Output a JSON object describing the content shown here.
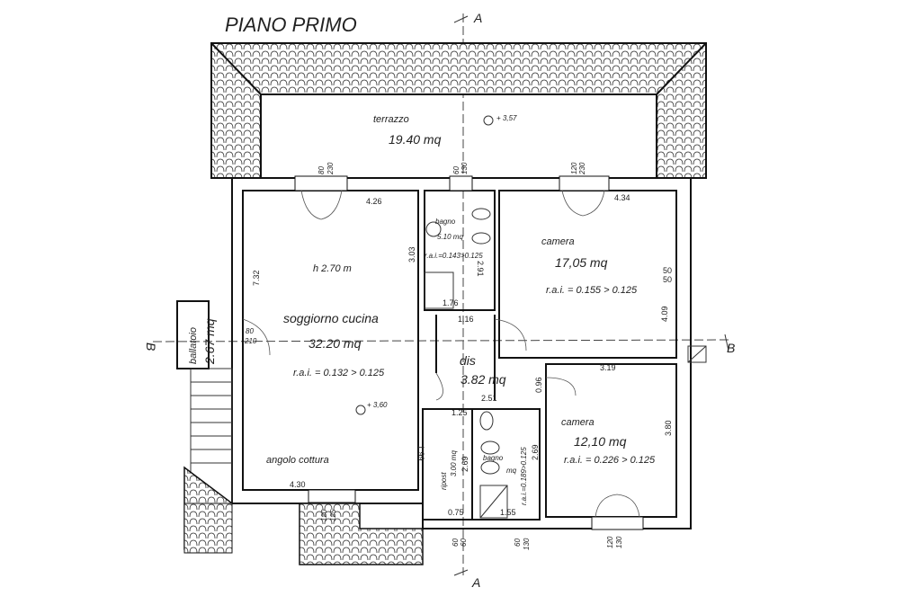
{
  "title": "PIANO PRIMO",
  "section_marks": {
    "a_top": "A",
    "a_bottom": "A",
    "b_right": "B",
    "b_left": "B"
  },
  "rooms": {
    "terrazzo": {
      "name": "terrazzo",
      "area": "19.40 mq",
      "level": "+ 3,57"
    },
    "soggiorno": {
      "name": "soggiorno cucina",
      "area": "32.20 mq",
      "height": "h 2.70 m",
      "rai": "r.a.i. = 0.132 > 0.125",
      "level": "+ 3,60",
      "sub": "angolo cottura"
    },
    "bagno1": {
      "name": "bagno",
      "area": "5.10 mq",
      "rai": "r.a.i.=0.143>0.125"
    },
    "camera1": {
      "name": "camera",
      "area": "17,05 mq",
      "rai": "r.a.i. = 0.155 > 0.125"
    },
    "dis": {
      "name": "dis",
      "area": "3.82 mq"
    },
    "camera2": {
      "name": "camera",
      "area": "12,10 mq",
      "rai": "r.a.i. = 0.226 > 0.125"
    },
    "ripost": {
      "name": "ripost",
      "area": "3.00 mq"
    },
    "bagno2": {
      "name": "bagno",
      "area": "mq",
      "rai": "r.a.i.=0.189>0.125"
    },
    "ballatoio": {
      "name": "ballatoio",
      "area": "2.67 mq"
    }
  },
  "dimensions": {
    "d426": "4.26",
    "d434": "4.34",
    "d303": "3.03",
    "d732": "7.32",
    "d291": "2.91",
    "d176": "1.76",
    "d116": "1.16",
    "d409": "4.09",
    "d5050a": "50",
    "d5050b": "50",
    "d319": "3.19",
    "d096": "0.96",
    "d251": "2.51",
    "d125": "1.25",
    "d380": "3.80",
    "d199": "1.99",
    "d269a": "2.69",
    "d269b": "2.69",
    "d075": "0.75",
    "d155": "1.55",
    "d430": "4.30",
    "w1a": "80",
    "w1b": "210",
    "w2a": "60",
    "w2b": "130",
    "w3a": "120",
    "w3b": "230",
    "w4a": "80",
    "w4b": "230",
    "w5a": "60",
    "w5b": "60",
    "w6a": "60",
    "w6b": "130",
    "w7a": "120",
    "w7b": "130",
    "w8a": "120",
    "w8b": "125"
  }
}
